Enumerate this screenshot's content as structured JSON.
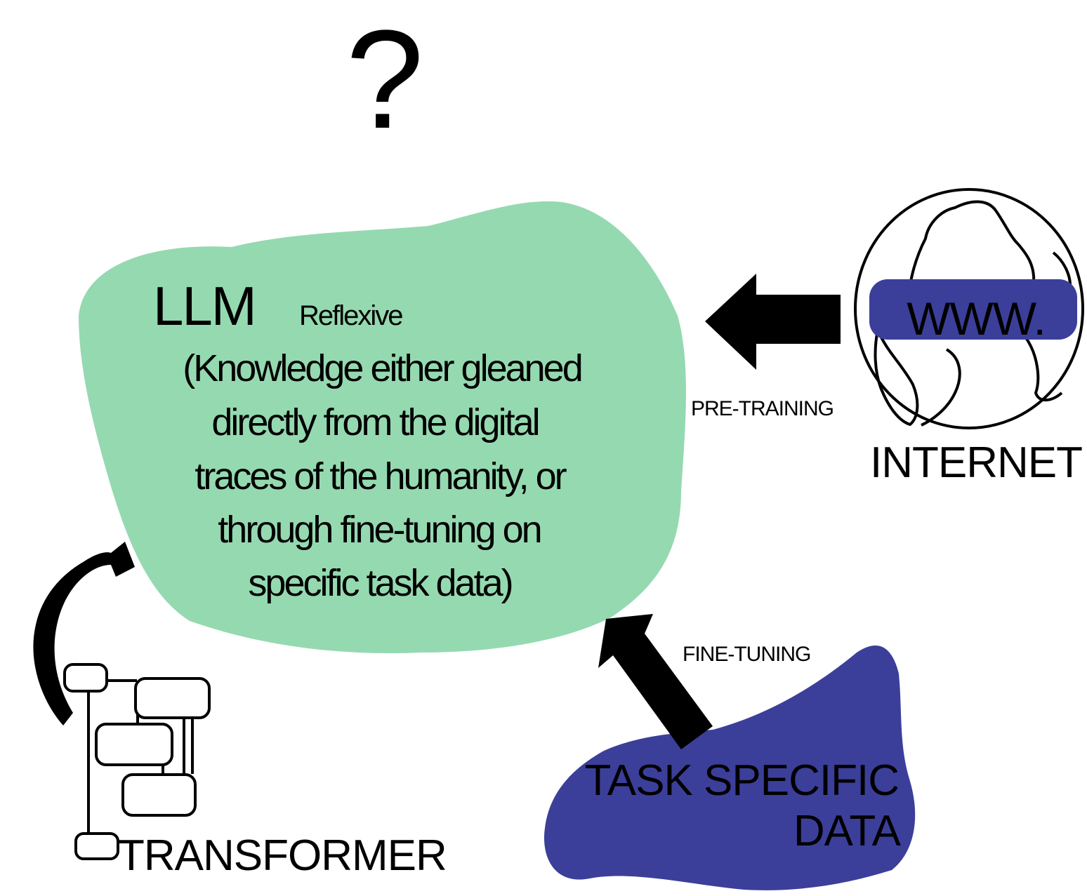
{
  "question_mark": "?",
  "llm": {
    "title": "LLM",
    "subtitle": "Reflexive",
    "description_lines": [
      "(Knowledge either gleaned",
      "directly from the digital",
      "traces of the humanity, or",
      "through fine-tuning on",
      "specific task data)"
    ]
  },
  "internet": {
    "badge": "WWW.",
    "label": "INTERNET"
  },
  "pretraining_label": "PRE-TRAINING",
  "finetuning_label": "FINE-TUNING",
  "task_data": {
    "line1": "TASK SPECIFIC",
    "line2": "DATA"
  },
  "transformer_label": "TRANSFORMER",
  "colors": {
    "llm_blob": "#95d9b0",
    "task_blob": "#3b3f9a",
    "www_badge": "#3b3f9a",
    "arrow": "#000000"
  }
}
